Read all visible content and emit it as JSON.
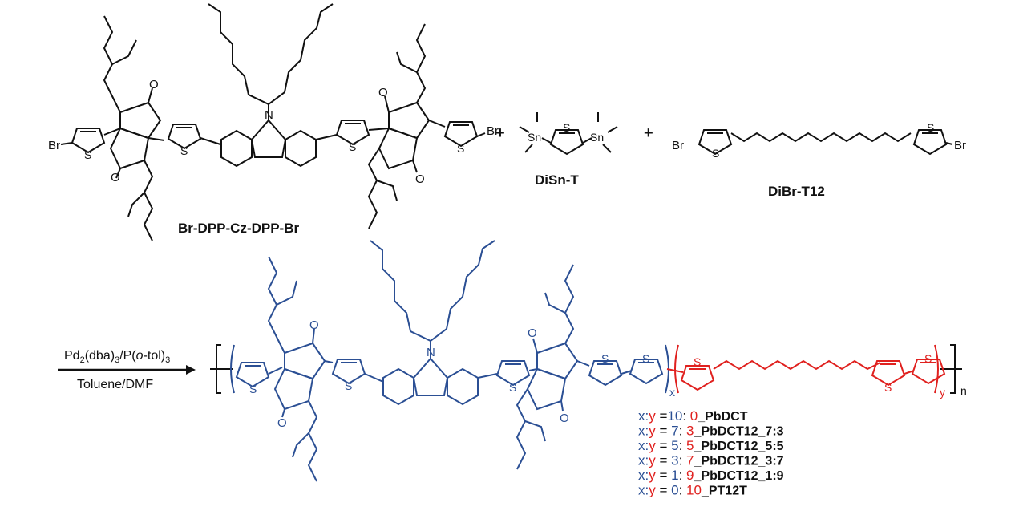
{
  "colors": {
    "black": "#111111",
    "blue": "#2b4f94",
    "red": "#e0211f"
  },
  "reactants": {
    "monomer1": "Br-DPP-Cz-DPP-Br",
    "monomer2": "DiSn-T",
    "monomer3": "DiBr-T12",
    "plus": "+"
  },
  "atoms": {
    "br": "Br",
    "s": "S",
    "n": "N",
    "o": "O",
    "sn": "Sn"
  },
  "conditions": {
    "catalyst_main": "Pd",
    "catalyst_sub2": "2",
    "catalyst_mid": "(dba)",
    "catalyst_sub3": "3",
    "catalyst_p": "/P(",
    "catalyst_o": "o",
    "catalyst_tol": "-tol)",
    "catalyst_sub3b": "3",
    "solvent": "Toluene/DMF"
  },
  "polymer": {
    "x": "x",
    "y": "y",
    "n": "n"
  },
  "ratios": [
    {
      "x": "x",
      "colon": ":",
      "y": "y",
      "eq": "=",
      "xv": "10",
      "yv": "0",
      "name": "PbDCT"
    },
    {
      "x": "x",
      "colon": ":",
      "y": "y",
      "eq": "=",
      "xv": "7",
      "yv": "3",
      "name": "PbDCT12_7:3"
    },
    {
      "x": "x",
      "colon": ":",
      "y": "y",
      "eq": "=",
      "xv": "5",
      "yv": "5",
      "name": "PbDCT12_5:5"
    },
    {
      "x": "x",
      "colon": ":",
      "y": "y",
      "eq": "=",
      "xv": "3",
      "yv": "7",
      "name": "PbDCT12_3:7"
    },
    {
      "x": "x",
      "colon": ":",
      "y": "y",
      "eq": "=",
      "xv": "1",
      "yv": "9",
      "name": "PbDCT12_1:9"
    },
    {
      "x": "x",
      "colon": ":",
      "y": "y",
      "eq": "=",
      "xv": "0",
      "yv": "10",
      "name": "PT12T"
    }
  ]
}
